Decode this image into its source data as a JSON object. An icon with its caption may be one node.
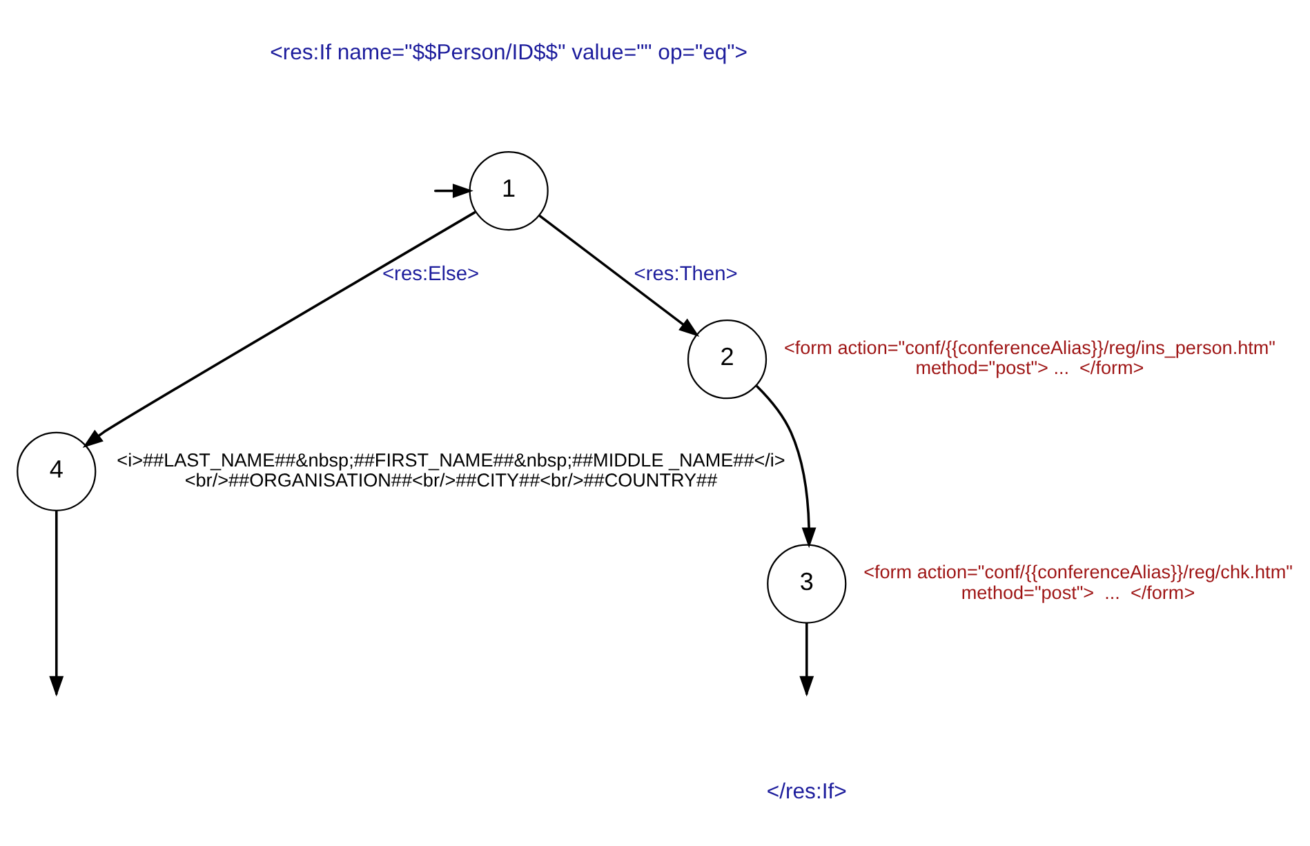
{
  "diagram": {
    "nodes": [
      {
        "text": [
          "1"
        ]
      },
      {
        "text": [
          "2"
        ],
        "beside": [
          "<form action=\"conf/{{conferenceAlias}}/reg/ins_person.htm\" method=\"post\"> ...  </form>"
        ]
      },
      {
        "text": [
          "3"
        ],
        "beside": [
          "<form action=\"conf/{{conferenceAlias}}/reg/chk.htm\" method=\"post\">  ...  </form>"
        ]
      },
      {
        "text": [
          "4"
        ],
        "beside": [
          "<i>##LAST_NAME##&nbsp;##FIRST_NAME##&nbsp;##MIDDLE _NAME##</i> <br/>##ORGANISATION##<br/>##CITY##<br/>##COUNTRY##"
        ]
      }
    ],
    "edges": [
      {
        "from": null,
        "to": 0,
        "arrow": "to"
      },
      {
        "from": 0,
        "to": 1,
        "arrow": "to",
        "label": "<res:Then>"
      },
      {
        "from": 0,
        "to": 3,
        "arrow": "to",
        "label": "<res:Else>"
      },
      {
        "from": 1,
        "to": 2,
        "arrow": "to"
      },
      {
        "from": 2,
        "to": null,
        "arrow": "to"
      },
      {
        "from": 3,
        "to": null,
        "arrow": "to"
      }
    ],
    "labels": [
      "<res:If name=\"$$Person/ID$$\" value=\"\" op=\"eq\">",
      "</res:If>"
    ]
  }
}
